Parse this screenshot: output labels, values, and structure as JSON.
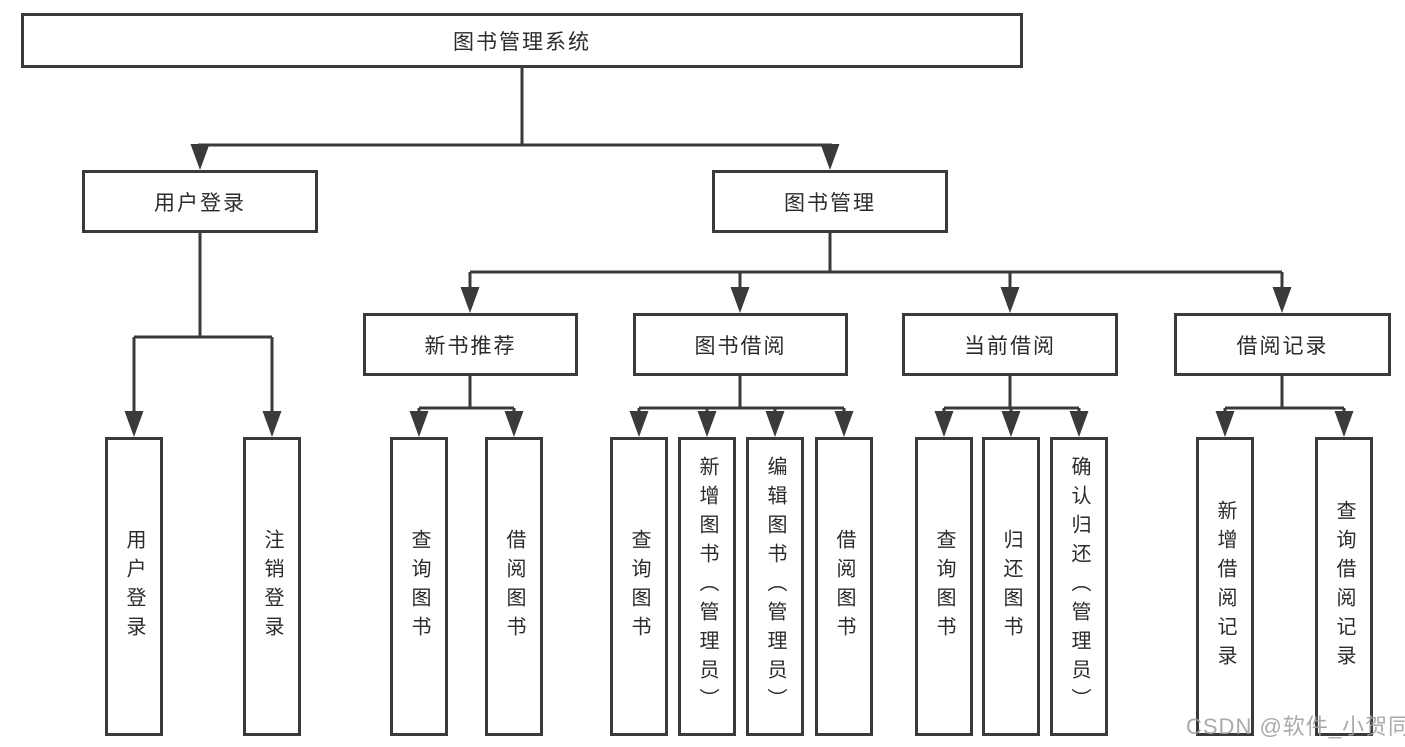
{
  "diagram": {
    "root": {
      "label": "图书管理系统"
    },
    "level2": [
      {
        "label": "用户登录"
      },
      {
        "label": "图书管理"
      }
    ],
    "level3": [
      {
        "label": "新书推荐"
      },
      {
        "label": "图书借阅"
      },
      {
        "label": "当前借阅"
      },
      {
        "label": "借阅记录"
      }
    ],
    "leaves": {
      "user_login": [
        "用户登录",
        "注销登录"
      ],
      "new_book": [
        "查询图书",
        "借阅图书"
      ],
      "book_borrow": [
        "查询图书",
        "新增图书（管理员）",
        "编辑图书（管理员）",
        "借阅图书"
      ],
      "current_borrow": [
        "查询图书",
        "归还图书",
        "确认归还（管理员）"
      ],
      "borrow_record": [
        "新增借阅记录",
        "查询借阅记录"
      ]
    },
    "watermark": "CSDN @软件_小贺同学",
    "colors": {
      "line": "#3a3a3a",
      "text": "#2b2b2b",
      "watermark": "#9e9e9e",
      "background": "#ffffff"
    }
  }
}
